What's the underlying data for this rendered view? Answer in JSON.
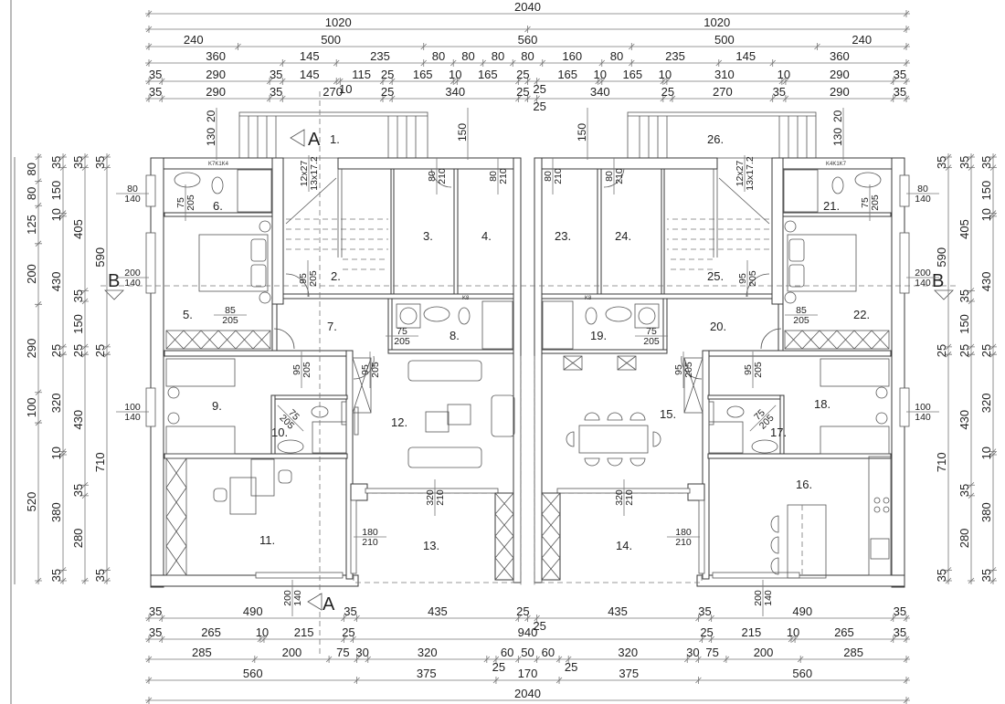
{
  "rooms": [
    "1.",
    "2.",
    "3.",
    "4.",
    "5.",
    "6.",
    "7.",
    "8.",
    "9.",
    "10.",
    "11.",
    "12.",
    "13.",
    "14.",
    "15.",
    "16.",
    "17.",
    "18.",
    "19.",
    "20.",
    "21.",
    "22.",
    "23.",
    "24.",
    "25.",
    "26."
  ],
  "section_marks": {
    "a": "A",
    "b": "B"
  },
  "fixture_labels": [
    "K7K1K4",
    "K8",
    "K4K1K7",
    "K8"
  ],
  "vertical_labels": [
    "130",
    "20",
    "150",
    "150",
    "130",
    "20"
  ],
  "fractions": [
    [
      "80",
      "140"
    ],
    [
      "200",
      "140"
    ],
    [
      "100",
      "140"
    ],
    [
      "80",
      "140"
    ],
    [
      "200",
      "140"
    ],
    [
      "100",
      "140"
    ],
    [
      "85",
      "205"
    ],
    [
      "85",
      "205"
    ],
    [
      "75",
      "205"
    ],
    [
      "75",
      "205"
    ],
    [
      "180",
      "210"
    ],
    [
      "180",
      "210"
    ]
  ],
  "rotated_fractions": [
    [
      "75",
      "205"
    ],
    [
      "75",
      "205"
    ],
    [
      "80",
      "210"
    ],
    [
      "80",
      "210"
    ],
    [
      "80",
      "210"
    ],
    [
      "80",
      "210"
    ],
    [
      "95",
      "205"
    ],
    [
      "95",
      "205"
    ],
    [
      "95",
      "205"
    ],
    [
      "95",
      "205"
    ],
    [
      "95",
      "205"
    ],
    [
      "95",
      "205"
    ],
    [
      "320",
      "210"
    ],
    [
      "320",
      "210"
    ],
    [
      "200",
      "140"
    ],
    [
      "200",
      "140"
    ],
    [
      "12x27",
      "13x17.2"
    ],
    [
      "12x27",
      "13x17.2"
    ],
    [
      "75",
      "205"
    ],
    [
      "75",
      "205"
    ]
  ],
  "dimensions": {
    "top": [
      [
        2040
      ],
      [
        1020,
        1020
      ],
      [
        240,
        500,
        560,
        500,
        240
      ],
      [
        360,
        145,
        235,
        80,
        80,
        80,
        80,
        160,
        80,
        235,
        145,
        360
      ],
      [
        35,
        290,
        35,
        145,
        {
          "v": 10,
          "low": true
        },
        115,
        25,
        165,
        10,
        165,
        25,
        {
          "v": 25,
          "low": true
        },
        165,
        10,
        165,
        10,
        310,
        10,
        290,
        35
      ],
      [
        35,
        290,
        35,
        270,
        25,
        340,
        25,
        {
          "v": 25,
          "low": true
        },
        340,
        25,
        270,
        35,
        290,
        35
      ]
    ],
    "bottom": [
      [
        35,
        490,
        35,
        435,
        25,
        {
          "v": 25,
          "low": true
        },
        435,
        35,
        490,
        35
      ],
      [
        35,
        265,
        10,
        215,
        25,
        940,
        25,
        215,
        10,
        265,
        35
      ],
      [
        285,
        200,
        75,
        30,
        320,
        {
          "v": 25,
          "low": true
        },
        60,
        50,
        60,
        {
          "v": 25,
          "low": true
        },
        320,
        30,
        75,
        200,
        285
      ],
      [
        560,
        375,
        170,
        375,
        560
      ],
      [
        2040
      ]
    ],
    "left": [
      [
        80,
        80,
        125,
        200,
        290,
        100,
        520
      ],
      [
        35,
        150,
        10,
        430,
        25,
        320,
        10,
        380,
        35
      ],
      [
        35,
        405,
        35,
        150,
        25,
        430,
        35,
        280
      ],
      [
        35,
        590,
        25,
        710,
        35
      ]
    ],
    "right": [
      [
        35,
        590,
        25,
        710,
        35
      ],
      [
        35,
        405,
        35,
        150,
        25,
        430,
        35,
        280
      ],
      [
        35,
        150,
        10,
        430,
        25,
        320,
        10,
        380,
        35
      ]
    ]
  }
}
